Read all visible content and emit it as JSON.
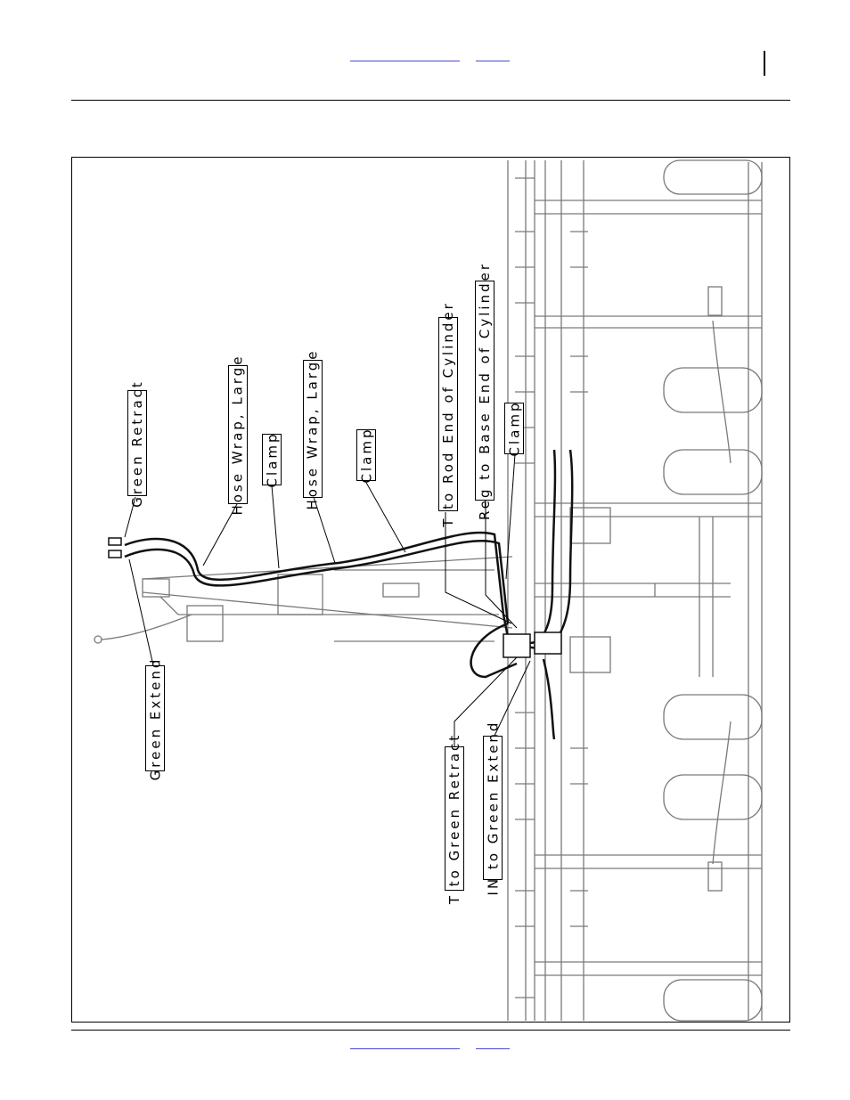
{
  "callouts": {
    "green_retract": "Green Retract",
    "hose_wrap_large_1": "Hose Wrap, Large",
    "clamp_1": "Clamp",
    "hose_wrap_large_2": "Hose Wrap, Large",
    "clamp_2": "Clamp",
    "t_to_rod_end": "T to Rod End of Cylinder",
    "reg_to_base_end": "Reg to Base End of Cylinder",
    "clamp_3": "Clamp",
    "green_extend": "Green Extend",
    "t_to_green_retract": "T to Green Retract",
    "in_to_green_extend": "IN to Green Extend"
  },
  "colors": {
    "link": "#4a4ad0",
    "drawing_line": "#7a7a7a",
    "hose": "#111111"
  }
}
